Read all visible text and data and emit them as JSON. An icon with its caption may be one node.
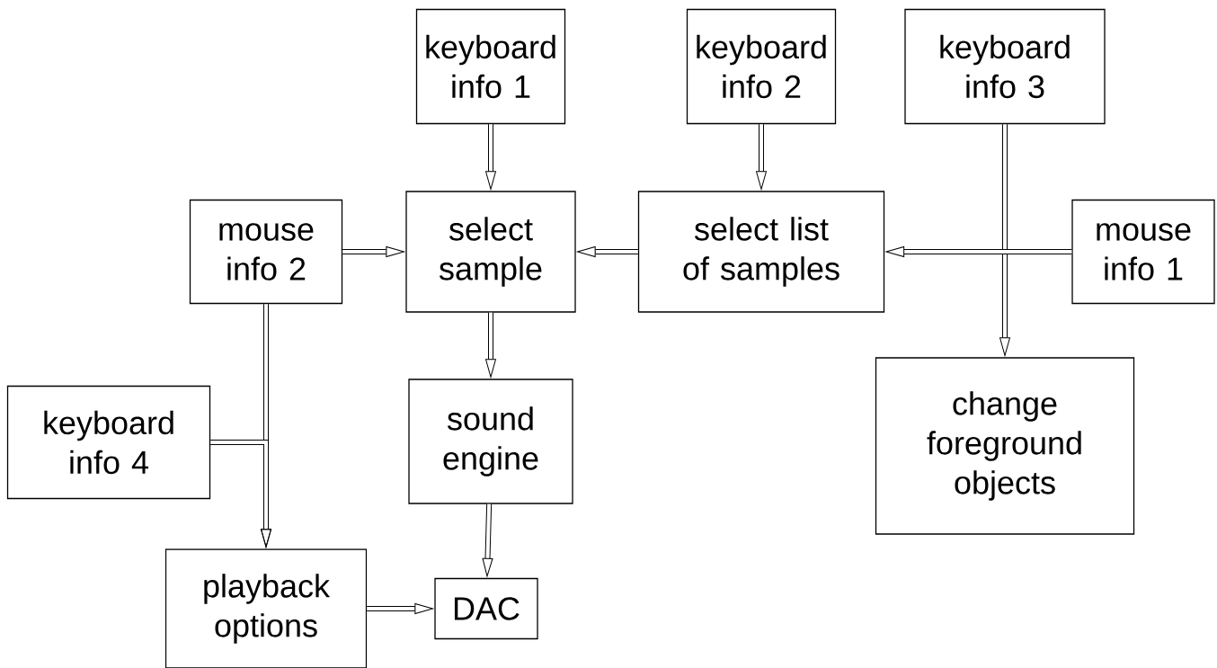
{
  "diagram": {
    "nodes": [
      {
        "text": [
          "keyboard info 1"
        ]
      },
      {
        "text": [
          "keyboard info 2"
        ]
      },
      {
        "text": [
          "keyboard info 3"
        ]
      },
      {
        "text": [
          "mouse info 2"
        ]
      },
      {
        "text": [
          "select sample"
        ]
      },
      {
        "text": [
          "select list of samples"
        ]
      },
      {
        "text": [
          "mouse info 1"
        ]
      },
      {
        "text": [
          "keyboard info 4"
        ]
      },
      {
        "text": [
          "sound engine"
        ]
      },
      {
        "text": [
          "change foreground objects"
        ]
      },
      {
        "text": [
          "playback options"
        ]
      },
      {
        "text": [
          "DAC"
        ]
      }
    ],
    "edges": [
      {
        "from": 0,
        "to": 4,
        "arrow": "to"
      },
      {
        "from": 1,
        "to": 5,
        "arrow": "to"
      },
      {
        "from": 2,
        "to": 9,
        "arrow": "to"
      },
      {
        "from": 6,
        "to": 5,
        "arrow": "to"
      },
      {
        "from": 3,
        "to": 4,
        "arrow": "to"
      },
      {
        "from": 5,
        "to": 4,
        "arrow": "to"
      },
      {
        "from": 4,
        "to": 8,
        "arrow": "to"
      },
      {
        "from": 3,
        "to": 10,
        "arrow": "to"
      },
      {
        "from": 7,
        "to": 10,
        "arrow": "to"
      },
      {
        "from": 8,
        "to": 11,
        "arrow": "to"
      },
      {
        "from": 10,
        "to": 11,
        "arrow": "to"
      }
    ]
  }
}
